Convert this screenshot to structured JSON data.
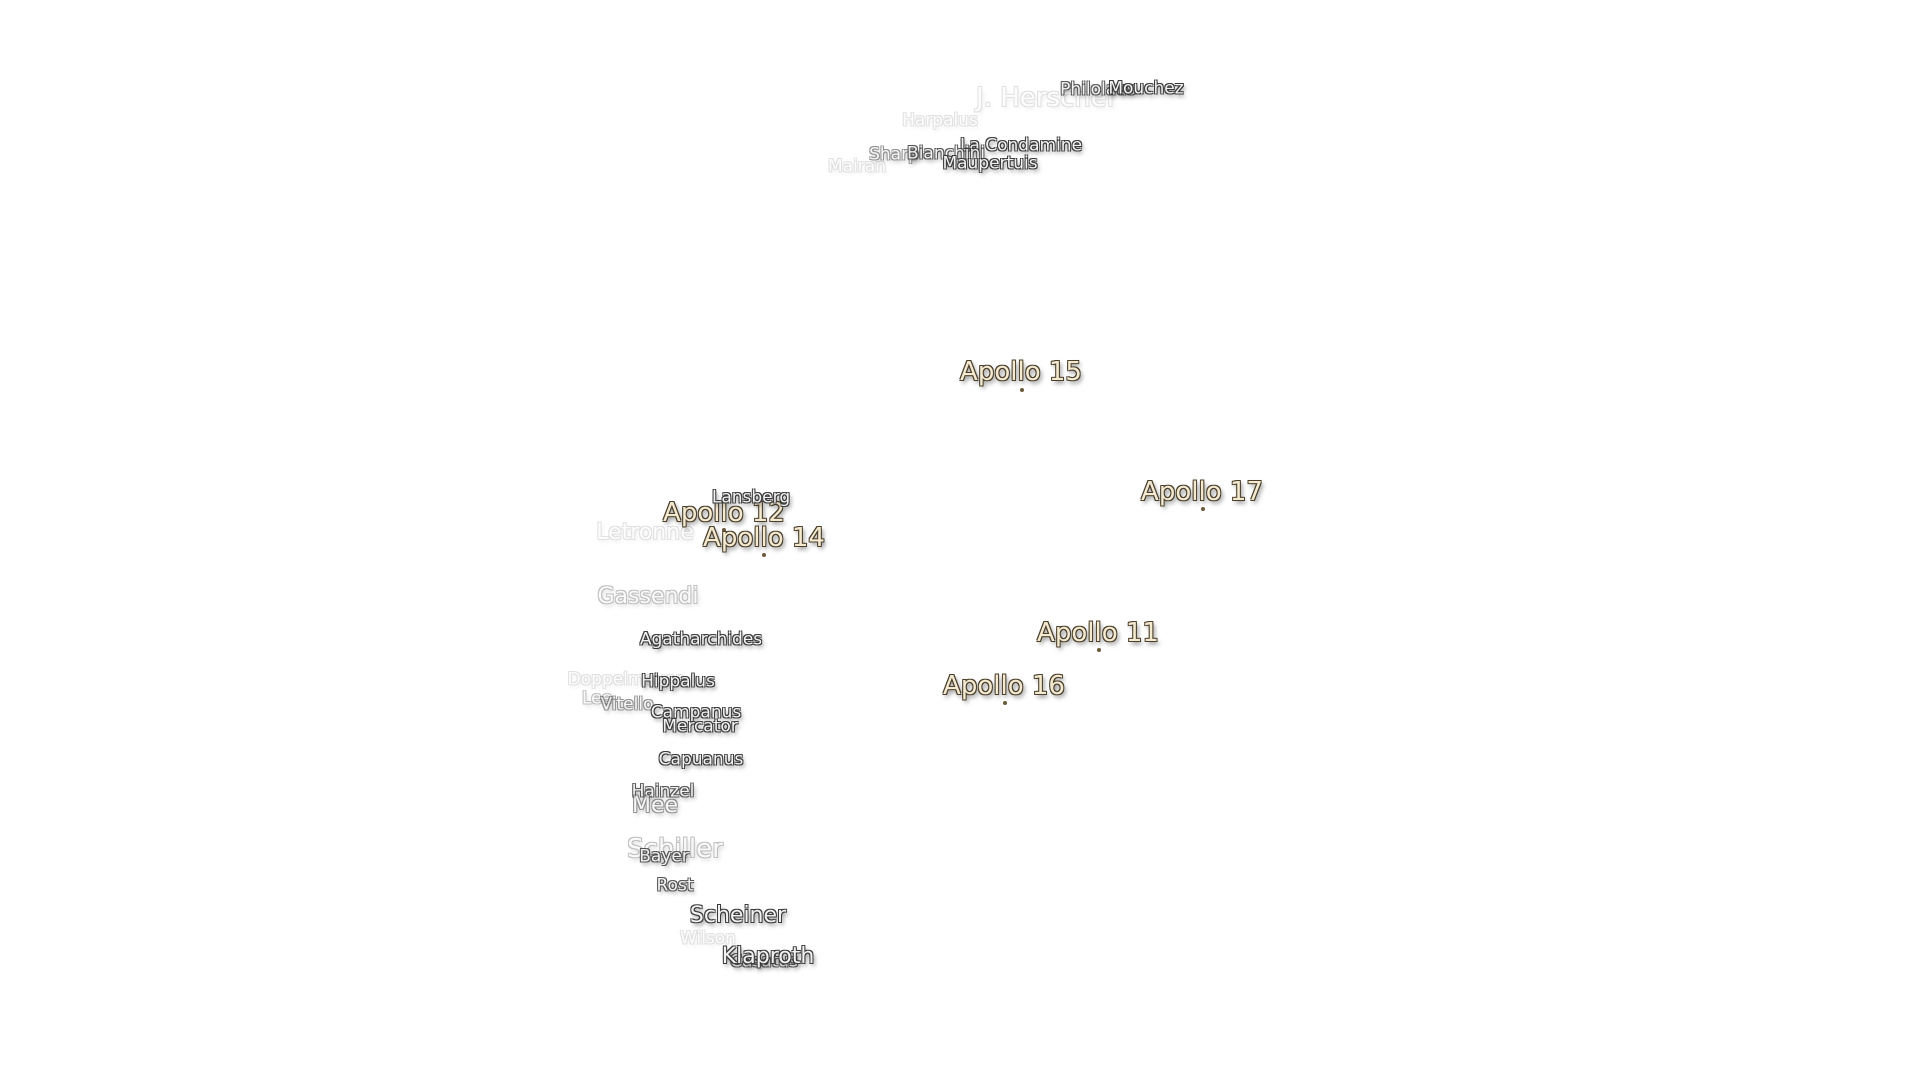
{
  "map": {
    "apollo_sites": [
      {
        "id": "apollo-11",
        "label": "Apollo 11"
      },
      {
        "id": "apollo-12",
        "label": "Apollo 12"
      },
      {
        "id": "apollo-14",
        "label": "Apollo 14"
      },
      {
        "id": "apollo-15",
        "label": "Apollo 15"
      },
      {
        "id": "apollo-16",
        "label": "Apollo 16"
      },
      {
        "id": "apollo-17",
        "label": "Apollo 17"
      }
    ],
    "craters": [
      {
        "id": "j-herschel",
        "label": "J. Herschel"
      },
      {
        "id": "philolaus",
        "label": "Philolaus"
      },
      {
        "id": "mouchez",
        "label": "Mouchez"
      },
      {
        "id": "harpalus",
        "label": "Harpalus"
      },
      {
        "id": "la-condamine",
        "label": "La Condamine"
      },
      {
        "id": "sharp",
        "label": "Sharp"
      },
      {
        "id": "bianchini",
        "label": "Bianchini"
      },
      {
        "id": "maupertuis",
        "label": "Maupertuis"
      },
      {
        "id": "mairan",
        "label": "Mairan"
      },
      {
        "id": "lansberg",
        "label": "Lansberg"
      },
      {
        "id": "letronne",
        "label": "Letronne"
      },
      {
        "id": "gassendi",
        "label": "Gassendi"
      },
      {
        "id": "agatharchides",
        "label": "Agatharchides"
      },
      {
        "id": "doppelmayer",
        "label": "Doppelmayer"
      },
      {
        "id": "hippalus",
        "label": "Hippalus"
      },
      {
        "id": "lee",
        "label": "Lee"
      },
      {
        "id": "vitello",
        "label": "Vitello"
      },
      {
        "id": "campanus",
        "label": "Campanus"
      },
      {
        "id": "mercator",
        "label": "Mercator"
      },
      {
        "id": "capuanus",
        "label": "Capuanus"
      },
      {
        "id": "hainzel",
        "label": "Hainzel"
      },
      {
        "id": "mee",
        "label": "Mee"
      },
      {
        "id": "schiller",
        "label": "Schiller"
      },
      {
        "id": "bayer",
        "label": "Bayer"
      },
      {
        "id": "rost",
        "label": "Rost"
      },
      {
        "id": "scheiner",
        "label": "Scheiner"
      },
      {
        "id": "wilson",
        "label": "Wilson"
      },
      {
        "id": "klaproth",
        "label": "Klaproth"
      },
      {
        "id": "casatus",
        "label": "Casatus"
      }
    ]
  }
}
